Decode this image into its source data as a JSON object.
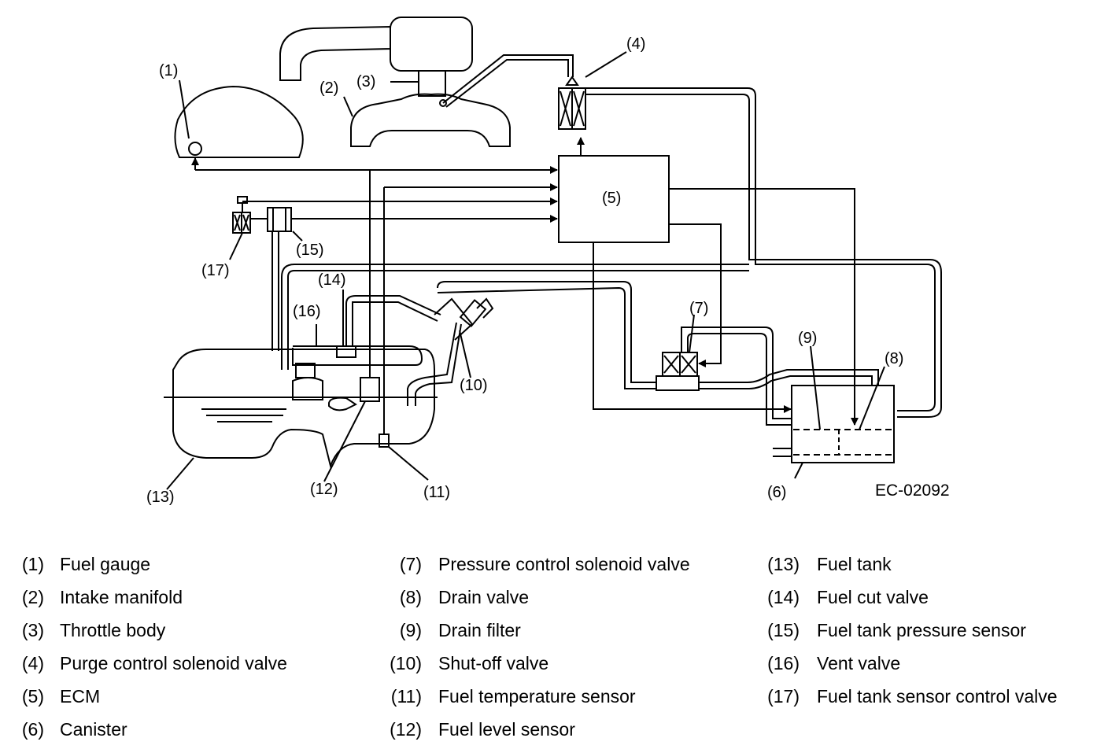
{
  "figure_code": "EC-02092",
  "callouts": [
    "(1)",
    "(2)",
    "(3)",
    "(4)",
    "(5)",
    "(6)",
    "(7)",
    "(8)",
    "(9)",
    "(10)",
    "(11)",
    "(12)",
    "(13)",
    "(14)",
    "(15)",
    "(16)",
    "(17)"
  ],
  "legend": [
    {
      "num": "(1)",
      "label": "Fuel gauge"
    },
    {
      "num": "(2)",
      "label": "Intake manifold"
    },
    {
      "num": "(3)",
      "label": "Throttle body"
    },
    {
      "num": "(4)",
      "label": "Purge control solenoid valve"
    },
    {
      "num": "(5)",
      "label": "ECM"
    },
    {
      "num": "(6)",
      "label": "Canister"
    },
    {
      "num": "(7)",
      "label": "Pressure control solenoid valve"
    },
    {
      "num": "(8)",
      "label": "Drain valve"
    },
    {
      "num": "(9)",
      "label": "Drain filter"
    },
    {
      "num": "(10)",
      "label": "Shut-off valve"
    },
    {
      "num": "(11)",
      "label": "Fuel temperature sensor"
    },
    {
      "num": "(12)",
      "label": "Fuel level sensor"
    },
    {
      "num": "(13)",
      "label": "Fuel tank"
    },
    {
      "num": "(14)",
      "label": "Fuel cut valve"
    },
    {
      "num": "(15)",
      "label": "Fuel tank pressure sensor"
    },
    {
      "num": "(16)",
      "label": "Vent valve"
    },
    {
      "num": "(17)",
      "label": "Fuel tank sensor control valve"
    }
  ]
}
